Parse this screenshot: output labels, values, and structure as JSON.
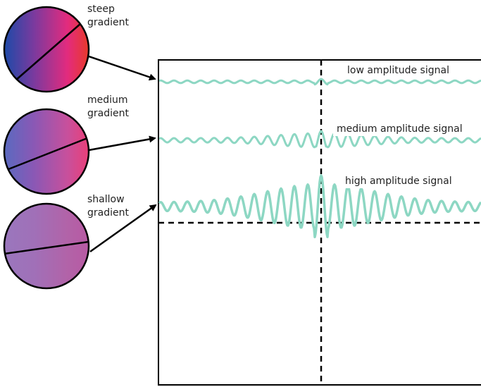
{
  "circles": [
    {
      "label_line1": "steep",
      "label_line2": "gradient",
      "colors": [
        "#1d4aa8",
        "#7a3a9e",
        "#e32b7e",
        "#e93a2a"
      ]
    },
    {
      "label_line1": "medium",
      "label_line2": "gradient",
      "colors": [
        "#5a6ac0",
        "#8a58b5",
        "#c8509c",
        "#ea3f78"
      ]
    },
    {
      "label_line1": "shallow",
      "label_line2": "gradient",
      "colors": [
        "#9a77bd",
        "#a070b8",
        "#b263a8",
        "#b85aa3"
      ]
    }
  ],
  "signals": [
    {
      "label": "low amplitude signal"
    },
    {
      "label": "medium amplitude signal"
    },
    {
      "label": "high amplitude signal"
    }
  ],
  "colors": {
    "signal": "#8dd7c3",
    "stroke": "#000000"
  }
}
